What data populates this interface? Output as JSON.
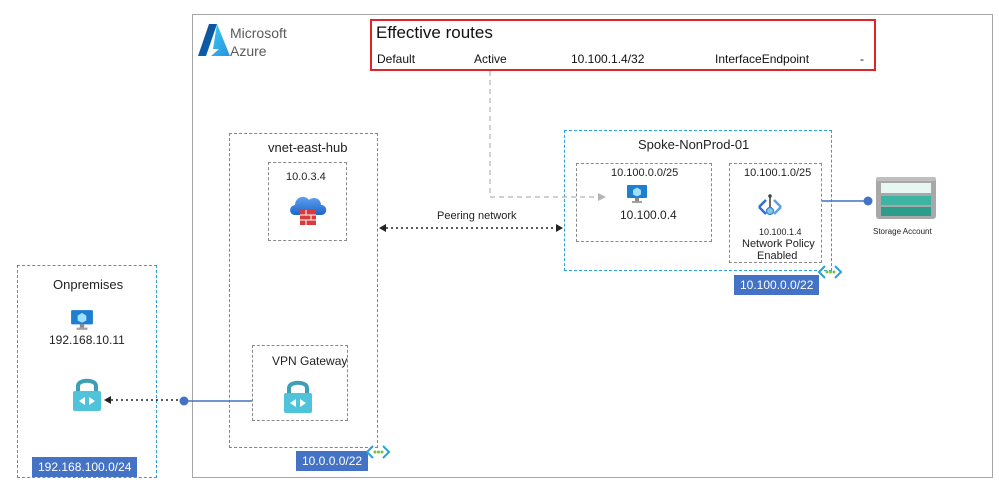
{
  "azure": {
    "brand_line1": "Microsoft",
    "brand_line2": "Azure",
    "logo_color": "#0078d4"
  },
  "routes": {
    "title": "Effective routes",
    "cells": [
      "Default",
      "Active",
      "10.100.1.4/32",
      "InterfaceEndpoint",
      "-"
    ]
  },
  "hub": {
    "title": "vnet-east-hub",
    "firewall_ip": "10.0.3.4",
    "vpn_label": "VPN Gateway",
    "cidr": "10.0.0.0/22"
  },
  "peering": {
    "label": "Peering network"
  },
  "spoke": {
    "title": "Spoke-NonProd-01",
    "subnet1": {
      "cidr": "10.100.0.0/25",
      "vm_ip": "10.100.0.4"
    },
    "subnet2": {
      "cidr": "10.100.1.0/25",
      "pe_ip": "10.100.1.4",
      "policy_line1": "Network Policy",
      "policy_line2": "Enabled"
    },
    "cidr": "10.100.0.0/22"
  },
  "storage": {
    "label": "Storage Account"
  },
  "onprem": {
    "title": "Onpremises",
    "vm_ip": "192.168.10.11",
    "cidr": "192.168.100.0/24"
  },
  "colors": {
    "accent_blue": "#2aa0dc",
    "badge_blue": "#4472c4",
    "route_border": "#e0252a",
    "firewall_red": "#d83b3b"
  }
}
